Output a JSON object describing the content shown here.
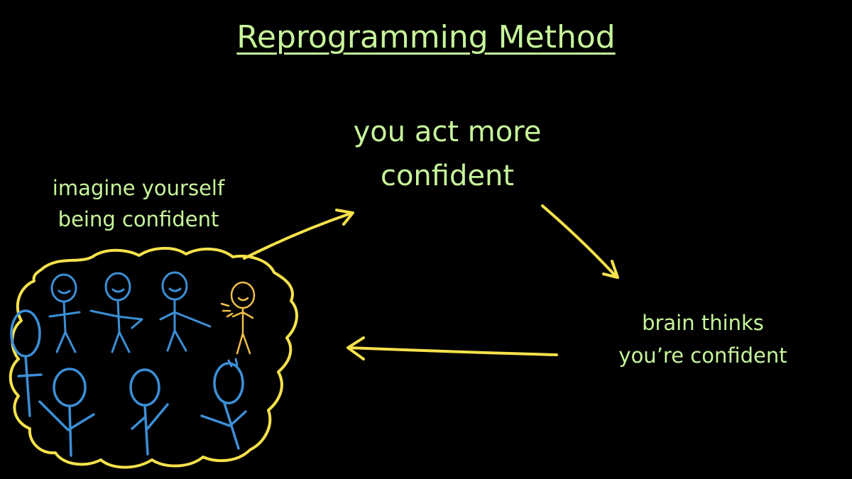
{
  "title": "Reprogramming Method",
  "nodes": {
    "act": [
      "you act more",
      "confident"
    ],
    "imagine": [
      "imagine yourself",
      "being confident"
    ],
    "brain": [
      "brain thinks",
      "you’re confident"
    ]
  },
  "colors": {
    "background": "#000000",
    "text": "#c7f59a",
    "arrow": "#f6e24b",
    "crowd": "#3c8fd6",
    "highlight_person": "#f0c04a"
  },
  "icons": [
    "thought-cloud-icon",
    "stick-figure-icon",
    "arrow-icon"
  ]
}
